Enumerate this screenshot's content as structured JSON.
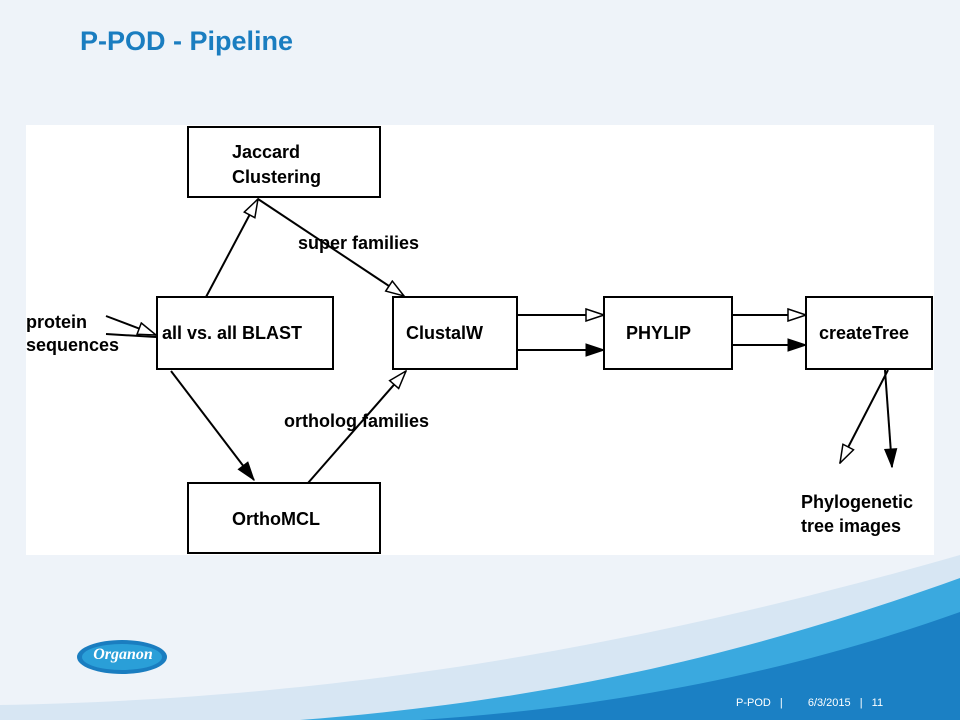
{
  "slide": {
    "title": "P-POD - Pipeline"
  },
  "diagram": {
    "nodes": {
      "jaccard": [
        "Jaccard",
        "Clustering"
      ],
      "blast": "all vs. all BLAST",
      "clustalw": "ClustalW",
      "phylip": "PHYLIP",
      "createtree": "createTree",
      "orthomcl": "OrthoMCL"
    },
    "labels": {
      "input": [
        "protein",
        "sequences"
      ],
      "super_families": "super families",
      "ortholog_families": "ortholog families",
      "output": [
        "Phylogenetic",
        "tree images"
      ]
    }
  },
  "logo": {
    "text": "Organon",
    "colors": {
      "outer": "#1a7dc0",
      "inner": "#2a9fd8"
    }
  },
  "footer": {
    "name": "P-POD",
    "sep1": "|",
    "date": "6/3/2015",
    "sep2": "|",
    "page": "11"
  },
  "colors": {
    "title": "#1a7dc0",
    "wave_dark": "#1b80c4",
    "wave_light": "#3aa9df"
  }
}
